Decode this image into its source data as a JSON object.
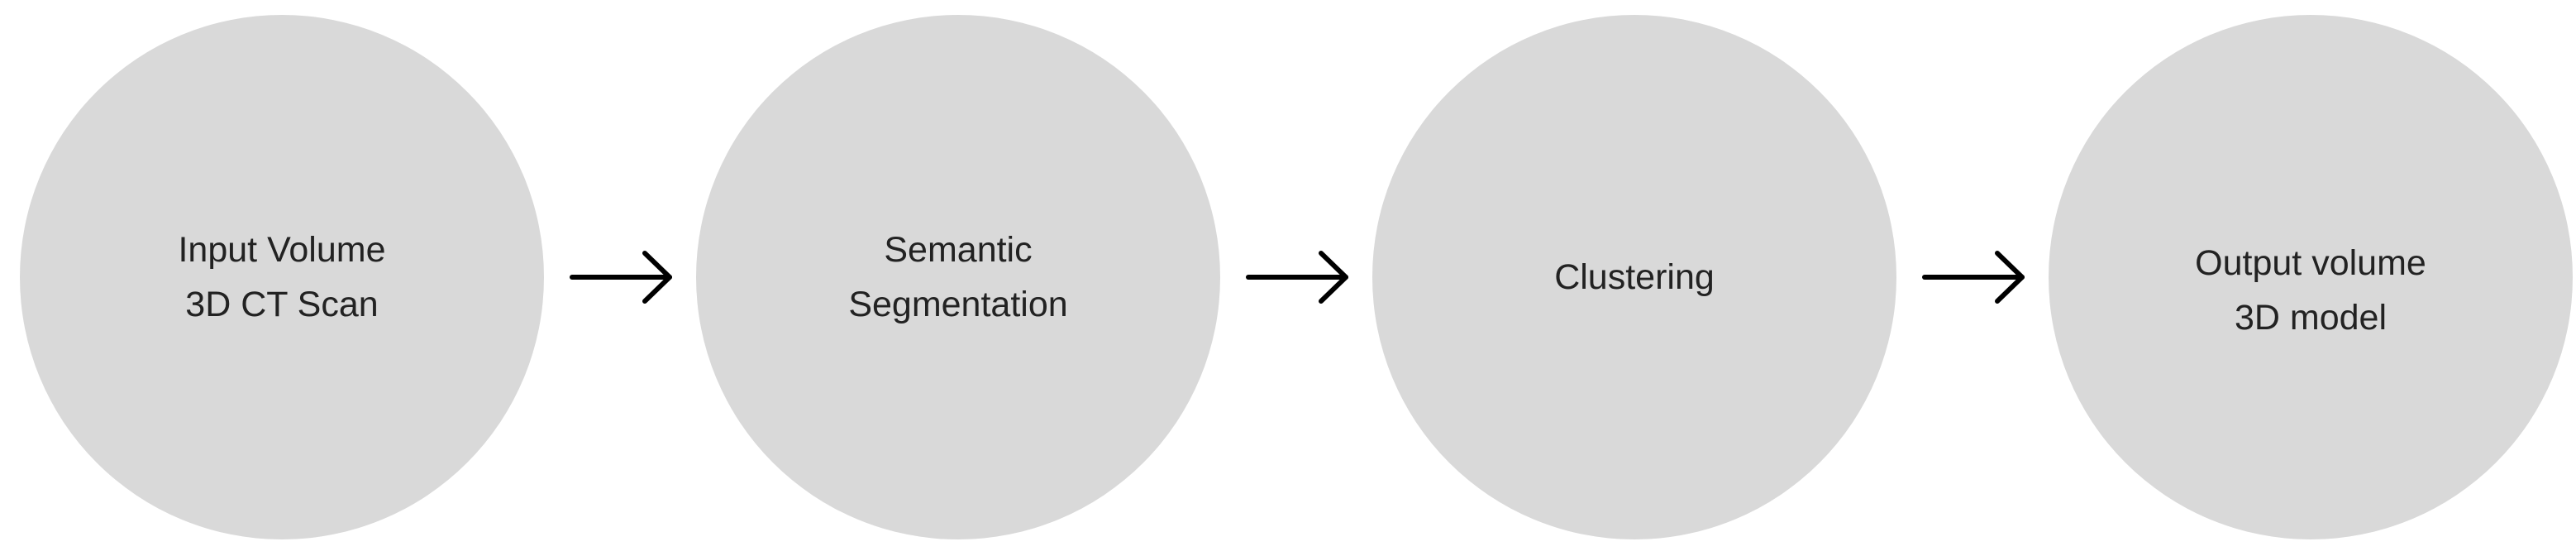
{
  "diagram": {
    "colors": {
      "node_fill": "#d9d9d9",
      "text": "#222222",
      "arrow": "#000000"
    },
    "nodes": [
      {
        "lines": [
          "Input Volume",
          "3D CT Scan"
        ]
      },
      {
        "lines": [
          "Semantic",
          "Segmentation"
        ]
      },
      {
        "lines": [
          "Clustering"
        ]
      },
      {
        "lines": [
          "Output volume",
          "3D model"
        ]
      }
    ],
    "arrows": [
      {
        "icon": "arrow-right-icon"
      },
      {
        "icon": "arrow-right-icon"
      },
      {
        "icon": "arrow-right-icon"
      }
    ]
  }
}
